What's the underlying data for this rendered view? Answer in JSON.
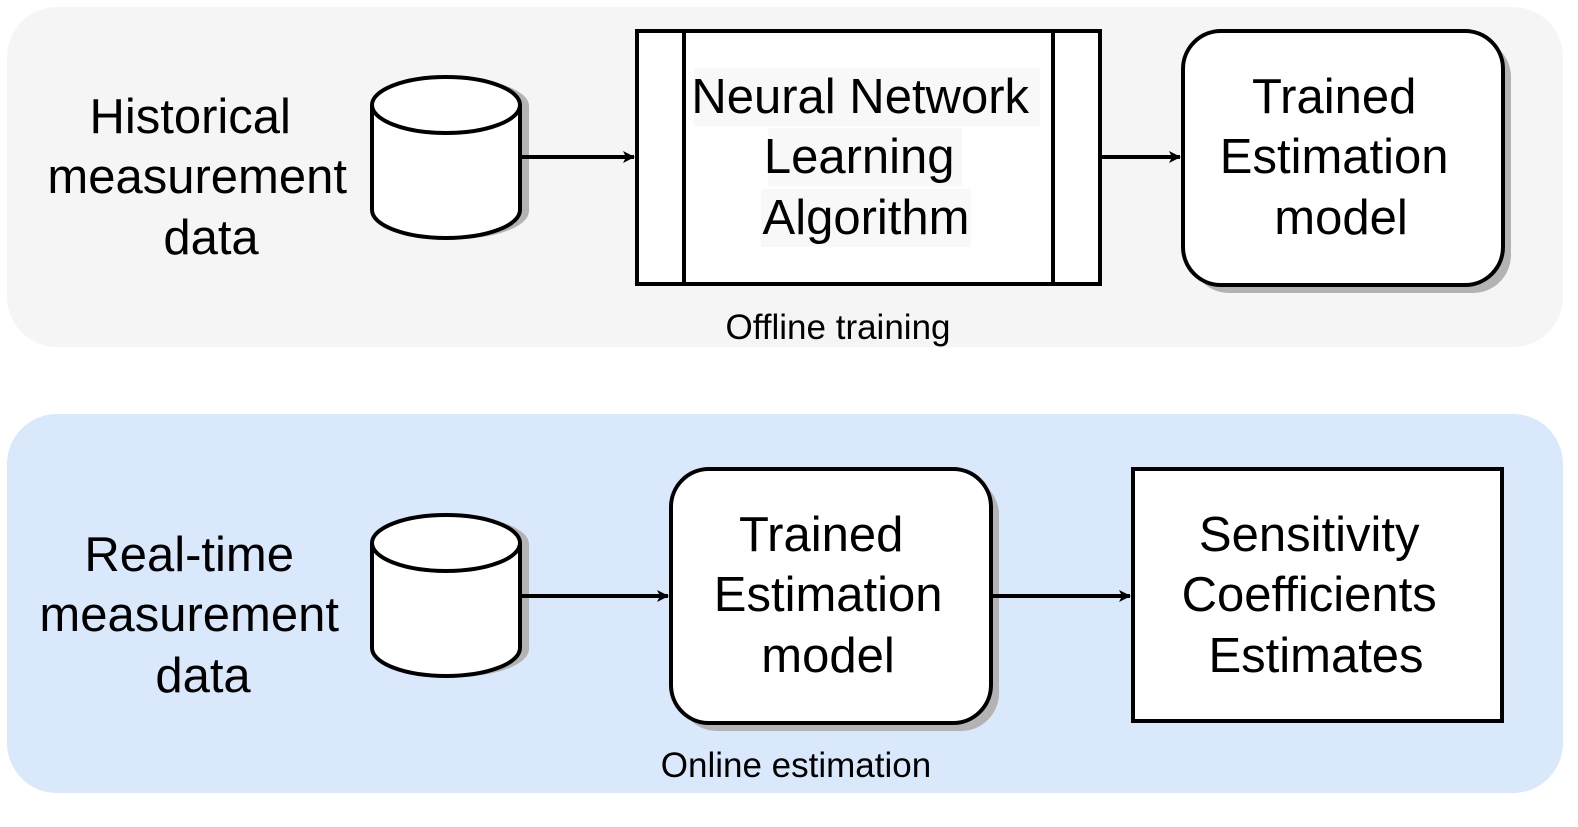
{
  "colors": {
    "offline_panel": "#f5f5f5",
    "online_panel": "#dae8fc",
    "stroke": "#000000",
    "shadow": "#b3b3b3",
    "box_fill": "#ffffff"
  },
  "offline": {
    "caption": "Offline training",
    "source_label": [
      "Historical",
      "measurement",
      "data"
    ],
    "source_icon": "database-cylinder-icon",
    "process_label": [
      "Neural Network",
      "Learning",
      "Algorithm"
    ],
    "output_label": [
      "Trained",
      "Estimation",
      "model"
    ]
  },
  "online": {
    "caption": "Online estimation",
    "source_label": [
      "Real-time",
      "measurement",
      "data"
    ],
    "source_icon": "database-cylinder-icon",
    "model_label": [
      "Trained",
      "Estimation",
      "model"
    ],
    "output_label": [
      "Sensitivity",
      "Coefficients",
      "Estimates"
    ]
  }
}
